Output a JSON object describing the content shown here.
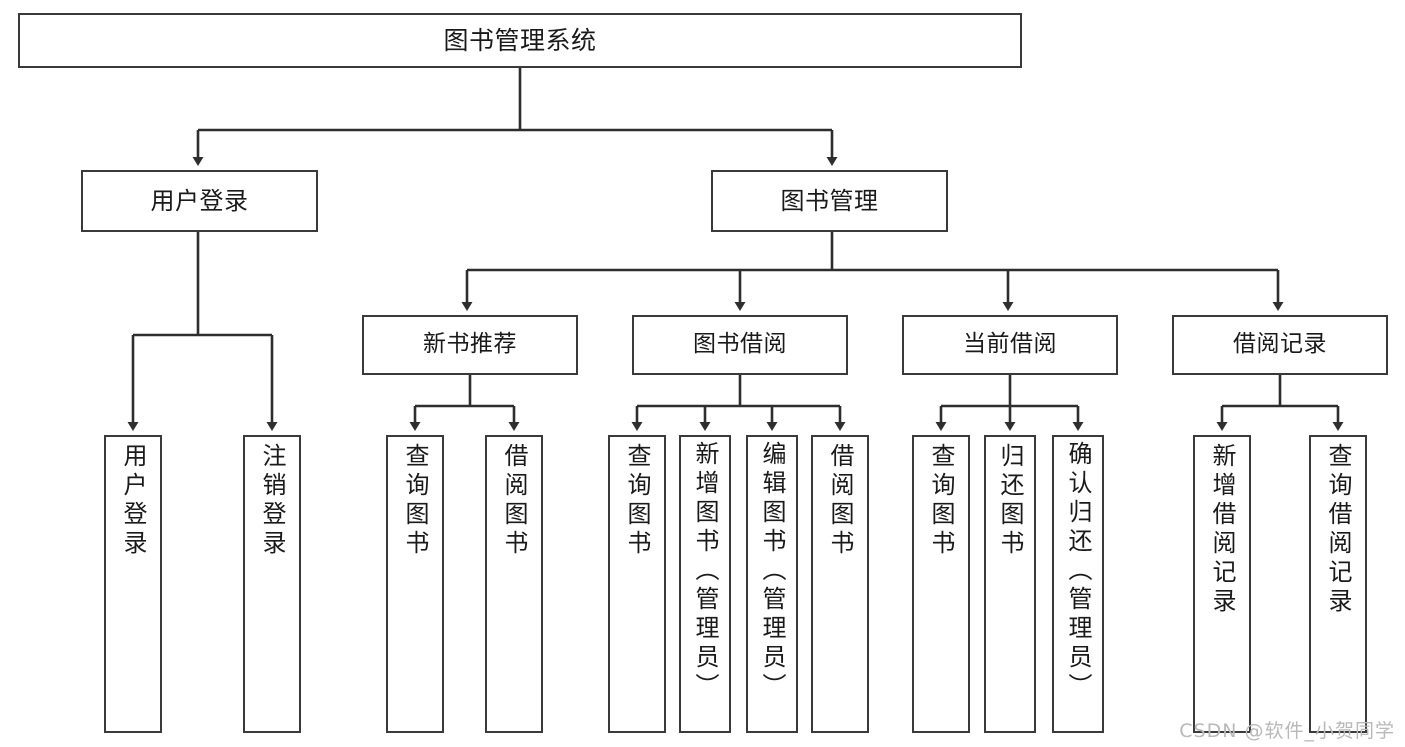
{
  "diagram": {
    "title": "图书管理系统",
    "type": "tree-hierarchy",
    "watermark": "CSDN @软件_小贺同学",
    "stroke_color": "#3a3a3a",
    "fill_color": "#ffffff",
    "text_color": "#1a1a1a",
    "root": {
      "label": "图书管理系统"
    },
    "level1": [
      {
        "label": "用户登录"
      },
      {
        "label": "图书管理"
      }
    ],
    "level2": [
      {
        "label": "新书推荐"
      },
      {
        "label": "图书借阅"
      },
      {
        "label": "当前借阅"
      },
      {
        "label": "借阅记录"
      }
    ],
    "leaves": {
      "user_login": [
        {
          "label": "用户登录"
        },
        {
          "label": "注销登录"
        }
      ],
      "new_book_recommend": [
        {
          "label": "查询图书"
        },
        {
          "label": "借阅图书"
        }
      ],
      "book_borrow": [
        {
          "label": "查询图书"
        },
        {
          "label": "新增图书（管理员）"
        },
        {
          "label": "编辑图书（管理员）"
        },
        {
          "label": "借阅图书"
        }
      ],
      "current_borrow": [
        {
          "label": "查询图书"
        },
        {
          "label": "归还图书"
        },
        {
          "label": "确认归还（管理员）"
        }
      ],
      "borrow_record": [
        {
          "label": "新增借阅记录"
        },
        {
          "label": "查询借阅记录"
        }
      ]
    }
  }
}
